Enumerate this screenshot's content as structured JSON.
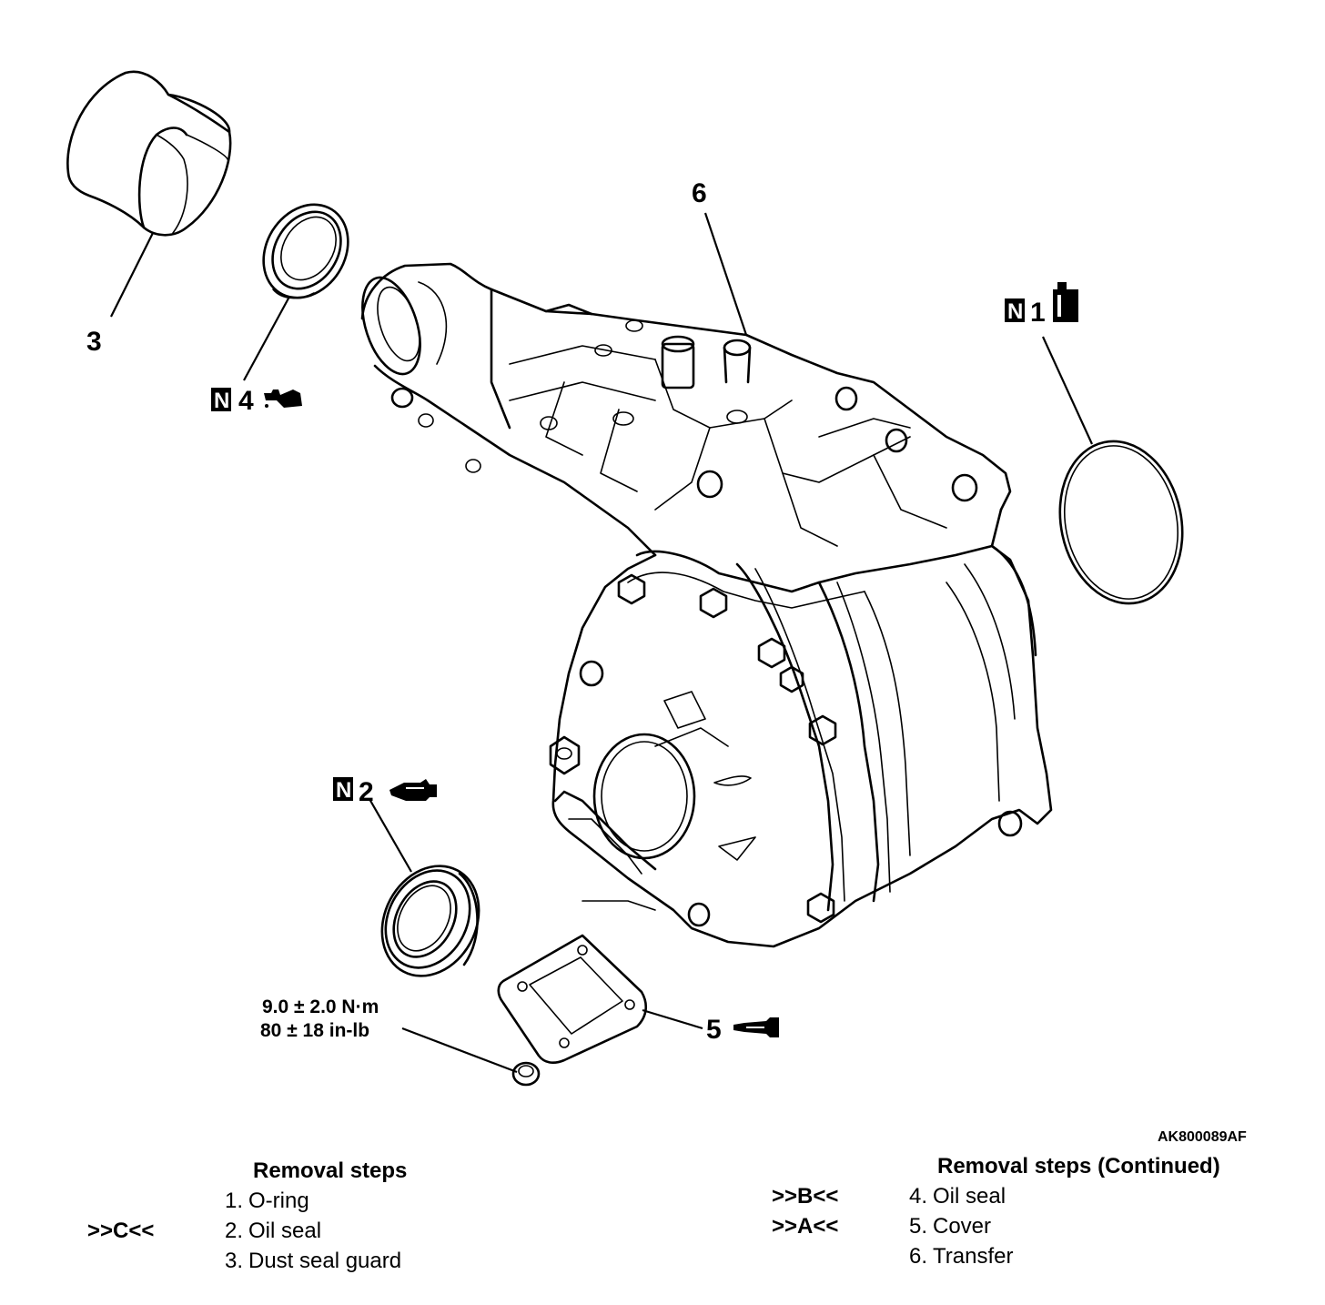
{
  "figure": {
    "id": "AK800089AF",
    "callouts": {
      "c1": "1",
      "c2": "2",
      "c3": "3",
      "c4": "4",
      "c5": "5",
      "c6": "6"
    },
    "new_part_mark": "N",
    "torque": {
      "metric": "9.0 ± 2.0 N·m",
      "imperial": "80 ± 18 in-lb"
    }
  },
  "removal_steps": {
    "heading": "Removal steps",
    "items": [
      {
        "tag": "",
        "num": "1.",
        "label": "O-ring"
      },
      {
        "tag": ">>C<<",
        "num": "2.",
        "label": "Oil seal"
      },
      {
        "tag": "",
        "num": "3.",
        "label": "Dust seal guard"
      }
    ]
  },
  "removal_steps_continued": {
    "heading": "Removal steps (Continued)",
    "items": [
      {
        "tag": ">>B<<",
        "num": "4.",
        "label": "Oil seal"
      },
      {
        "tag": ">>A<<",
        "num": "5.",
        "label": "Cover"
      },
      {
        "tag": "",
        "num": "6.",
        "label": "Transfer"
      }
    ]
  }
}
